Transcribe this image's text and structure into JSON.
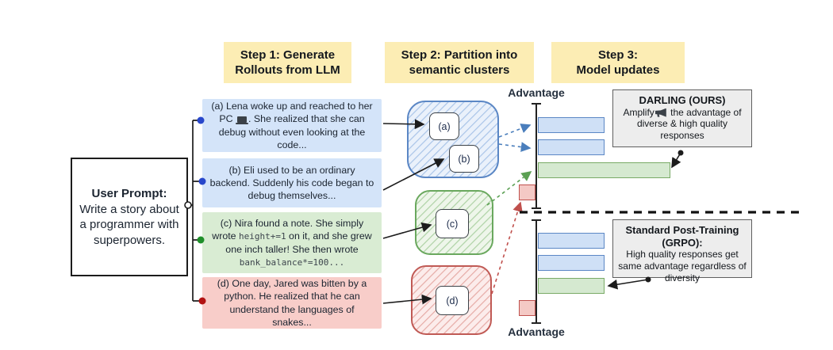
{
  "steps": {
    "step1": "Step 1: Generate\nRollouts from LLM",
    "step2": "Step 2: Partition into\nsemantic clusters",
    "step3": "Step 3:\nModel updates"
  },
  "user_prompt": {
    "title": "User Prompt:",
    "body": "Write a story about\na programmer with\nsuperpowers."
  },
  "rollouts": {
    "a": {
      "label": "(a)",
      "color": "blue",
      "segments": [
        {
          "text": "(a) Lena woke up and reached to her PC "
        },
        {
          "icon": "laptop-icon"
        },
        {
          "text": ". She realized that she can debug without even looking at the code..."
        }
      ]
    },
    "b": {
      "label": "(b)",
      "color": "blue",
      "segments": [
        {
          "text": "(b) Eli used to be an ordinary backend. Suddenly his code began to debug themselves..."
        }
      ]
    },
    "c": {
      "label": "(c)",
      "color": "green",
      "segments": [
        {
          "text": "(c) Nira found a note. She simply wrote "
        },
        {
          "code": "height+=1"
        },
        {
          "text": " on it, and she grew one inch taller! She then wrote "
        },
        {
          "code": "bank_balance*=100..."
        }
      ]
    },
    "d": {
      "label": "(d)",
      "color": "red",
      "segments": [
        {
          "text": "(d) One day, Jared was bitten by a python. He realized that he can understand the languages of snakes..."
        }
      ]
    }
  },
  "clusters": {
    "blue": {
      "members": [
        "(a)",
        "(b)"
      ]
    },
    "green": {
      "members": [
        "(c)"
      ]
    },
    "red": {
      "members": [
        "(d)"
      ]
    }
  },
  "chart_data": [
    {
      "type": "bar",
      "name": "darling-advantage",
      "axis_label": "Advantage",
      "orientation": "horizontal",
      "bars": [
        {
          "color": "blue",
          "value": 0.5
        },
        {
          "color": "blue",
          "value": 0.5
        },
        {
          "color": "green",
          "value": 1.0
        },
        {
          "color": "red",
          "value": -0.125
        }
      ]
    },
    {
      "type": "bar",
      "name": "grpo-advantage",
      "axis_label": "Advantage",
      "orientation": "horizontal",
      "bars": [
        {
          "color": "blue",
          "value": 0.5
        },
        {
          "color": "blue",
          "value": 0.5
        },
        {
          "color": "green",
          "value": 0.5
        },
        {
          "color": "red",
          "value": -0.125
        }
      ]
    }
  ],
  "annotations": {
    "darling": {
      "title": "DARLING (OURS)",
      "body_prefix": "Amplify",
      "body_icon": "megaphone-icon",
      "body_suffix": " the advantage of diverse & high quality responses"
    },
    "grpo": {
      "title": "Standard Post-Training (GRPO):",
      "body": "High quality responses get same advantage regardless of diversity"
    }
  },
  "colors": {
    "step_header_bg": "#fcedb4",
    "rollout_blue_bg": "#d4e4f9",
    "rollout_green_bg": "#d9ecd3",
    "rollout_red_bg": "#f8cdc9",
    "annotation_bg": "#ededed",
    "dot_blue": "#2847cb",
    "dot_green": "#1f8f2a",
    "dot_red": "#b21313",
    "bars": {
      "blue": {
        "fill": "#cfe0f6",
        "border": "#5b87c5"
      },
      "green": {
        "fill": "#d5e9d0",
        "border": "#79aa66"
      },
      "red": {
        "fill": "#f4c9c5",
        "border": "#bf514e"
      }
    }
  }
}
